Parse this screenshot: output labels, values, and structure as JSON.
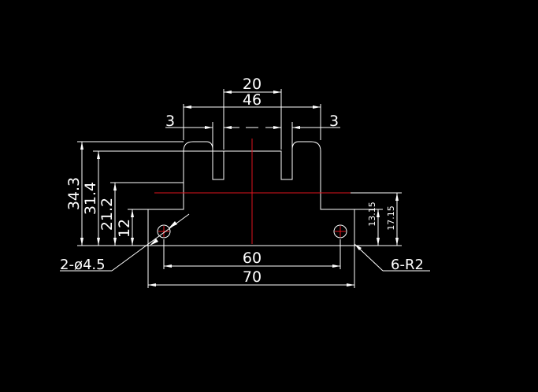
{
  "drawing": {
    "dimensions": {
      "top_width_inner": "20",
      "top_width_outer": "46",
      "slot_left": "3",
      "slot_right": "3",
      "height_343": "34.3",
      "height_314": "31.4",
      "height_212": "21.2",
      "height_12": "12",
      "hole_spacing": "60",
      "overall_width": "70",
      "hole_center_height": "13.15",
      "center_line_height": "17.15"
    },
    "callouts": {
      "holes": "2-ø4.5",
      "radii": "6-R2"
    },
    "colors": {
      "background": "#000000",
      "geometry": "#ffffff",
      "centerline": "#e0141e"
    }
  }
}
